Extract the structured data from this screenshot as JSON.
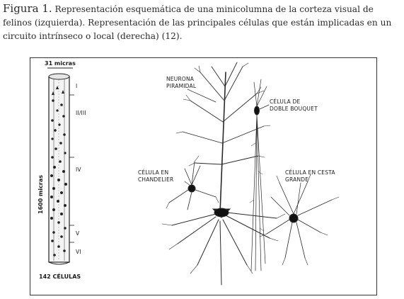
{
  "caption": {
    "lead": "Figura 1.",
    "text": " Representación esquemática de una minicolumna de la corteza visual de felinos (izquierda). Representación de las principales células que están implicadas en un circuito intrínseco o local (derecha) (12)."
  },
  "figure": {
    "scale_top": "31 micras",
    "scale_side": "1600 micras",
    "bottom_label": "142 CÉLULAS",
    "layers": [
      "I",
      "II/III",
      "IV",
      "V",
      "VI"
    ],
    "neuron_labels": {
      "pyramidal_1": "NEURONA",
      "pyramidal_2": "PIRAMIDAL",
      "double_bouquet_1": "CÉLULA DE",
      "double_bouquet_2": "DOBLE BOUQUET",
      "chandelier_1": "CÉLULA EN",
      "chandelier_2": "CHANDELIER",
      "basket_1": "CÉLULA EN CESTA",
      "basket_2": "GRANDE"
    }
  }
}
